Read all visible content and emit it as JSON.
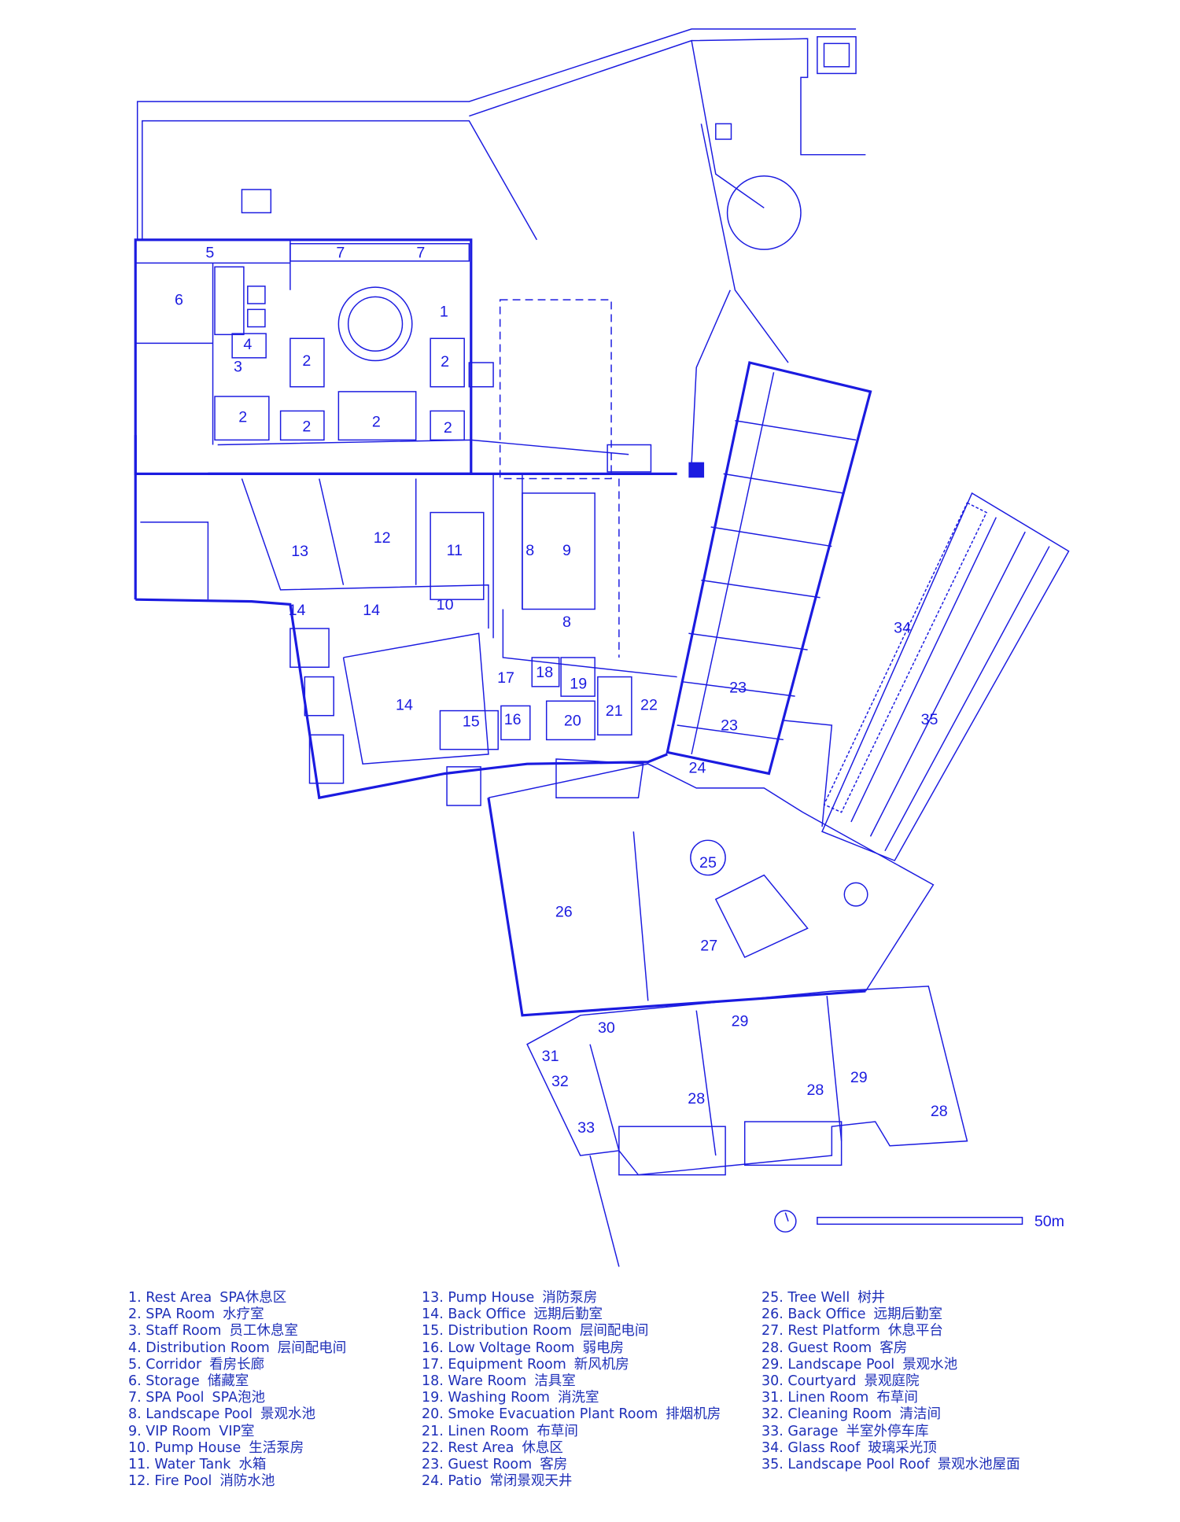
{
  "room_labels": [
    "1",
    "2",
    "3",
    "4",
    "5",
    "6",
    "7",
    "8",
    "9",
    "10",
    "11",
    "12",
    "13",
    "14",
    "15",
    "16",
    "17",
    "18",
    "19",
    "20",
    "21",
    "22",
    "23",
    "24",
    "25",
    "26",
    "27",
    "28",
    "29",
    "30",
    "31",
    "32",
    "33",
    "34",
    "35"
  ],
  "scale_bar": {
    "label": "50m"
  },
  "legend": [
    {
      "en": "1. Rest Area",
      "cn": "SPA休息区"
    },
    {
      "en": "2. SPA Room",
      "cn": "水疗室"
    },
    {
      "en": "3. Staff Room",
      "cn": "员工休息室"
    },
    {
      "en": "4. Distribution Room",
      "cn": "层间配电间"
    },
    {
      "en": "5. Corridor",
      "cn": "看房长廊"
    },
    {
      "en": "6. Storage",
      "cn": "储藏室"
    },
    {
      "en": "7. SPA Pool",
      "cn": "SPA泡池"
    },
    {
      "en": "8. Landscape Pool",
      "cn": "景观水池"
    },
    {
      "en": "9. VIP Room",
      "cn": "VIP室"
    },
    {
      "en": "10. Pump House",
      "cn": "生活泵房"
    },
    {
      "en": "11. Water Tank",
      "cn": "水箱"
    },
    {
      "en": "12. Fire Pool",
      "cn": "消防水池"
    },
    {
      "en": "13. Pump House",
      "cn": "消防泵房"
    },
    {
      "en": "14. Back Office",
      "cn": "远期后勤室"
    },
    {
      "en": "15. Distribution Room",
      "cn": "层间配电间"
    },
    {
      "en": "16. Low Voltage Room",
      "cn": "弱电房"
    },
    {
      "en": "17. Equipment Room",
      "cn": "新风机房"
    },
    {
      "en": "18. Ware Room",
      "cn": "洁具室"
    },
    {
      "en": "19. Washing Room",
      "cn": "消洗室"
    },
    {
      "en": "20. Smoke Evacuation Plant Room",
      "cn": "排烟机房"
    },
    {
      "en": "21. Linen Room",
      "cn": "布草间"
    },
    {
      "en": "22. Rest Area",
      "cn": "休息区"
    },
    {
      "en": "23. Guest Room",
      "cn": "客房"
    },
    {
      "en": "24. Patio",
      "cn": "常闭景观天井"
    },
    {
      "en": "25. Tree Well",
      "cn": "树井"
    },
    {
      "en": "26. Back Office",
      "cn": "远期后勤室"
    },
    {
      "en": "27. Rest Platform",
      "cn": "休息平台"
    },
    {
      "en": "28. Guest Room",
      "cn": "客房"
    },
    {
      "en": "29. Landscape Pool",
      "cn": "景观水池"
    },
    {
      "en": "30. Courtyard",
      "cn": "景观庭院"
    },
    {
      "en": "31. Linen Room",
      "cn": "布草间"
    },
    {
      "en": "32. Cleaning Room",
      "cn": "清洁间"
    },
    {
      "en": "33. Garage",
      "cn": "半室外停车库"
    },
    {
      "en": "34. Glass Roof",
      "cn": "玻璃采光顶"
    },
    {
      "en": "35. Landscape Pool Roof",
      "cn": "景观水池屋面"
    }
  ],
  "colors": {
    "line": "#1b1be0",
    "legend_text": "#1e2fb8"
  }
}
